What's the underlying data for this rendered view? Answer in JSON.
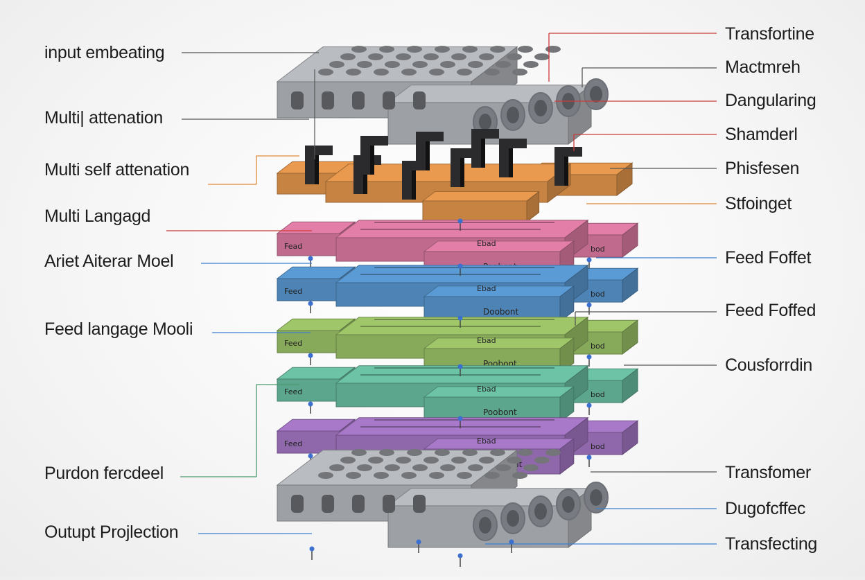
{
  "colors": {
    "gray_top": "#b9bcc1",
    "gray_front": "#9ea2a8",
    "gray_side": "#85898f",
    "orange": "#e99a4e",
    "pink": "#e27ea7",
    "blue": "#5b9bd5",
    "green": "#9fc76a",
    "teal": "#6cc3a6",
    "purple": "#a879c9",
    "dark_block": "#2b2b2e",
    "leader_gray": "#555555",
    "leader_red": "#cc3b3b",
    "leader_orange": "#e08a3a",
    "leader_blue": "#3b7fd0",
    "leader_green": "#4a9a6e"
  },
  "left_labels": [
    {
      "text": "input embeating"
    },
    {
      "text": "Multi| attenation"
    },
    {
      "text": "Multi self attenation"
    },
    {
      "text": "Multi Langagd"
    },
    {
      "text": "Ariet Aiterar Moel"
    },
    {
      "text": "Feed langage Mooli"
    },
    {
      "text": "Purdon fercdeel"
    },
    {
      "text": "Outupt Projlection"
    }
  ],
  "right_labels": [
    {
      "text": "Transfortine"
    },
    {
      "text": "Mactmreh"
    },
    {
      "text": "Dangularing"
    },
    {
      "text": "Shamderl"
    },
    {
      "text": "Phisfesen"
    },
    {
      "text": "Stfoinget"
    },
    {
      "text": "Feed Foffet"
    },
    {
      "text": "Feed Foffed"
    },
    {
      "text": "Cousforrdin"
    },
    {
      "text": "Transfomer"
    },
    {
      "text": "Dugofcffec"
    },
    {
      "text": "Transfecting"
    }
  ],
  "layers": [
    {
      "name": "pink",
      "left_tag": "Fead",
      "right_tag": "bod",
      "mid_tag": "Ebad",
      "front_tag": "Poobont"
    },
    {
      "name": "blue",
      "left_tag": "Feed",
      "right_tag": "bod",
      "mid_tag": "Ebad",
      "front_tag": "Doobont"
    },
    {
      "name": "green",
      "left_tag": "Feed",
      "right_tag": "bod",
      "mid_tag": "Ebad",
      "front_tag": "Poobont"
    },
    {
      "name": "teal",
      "left_tag": "Feed",
      "right_tag": "bod",
      "mid_tag": "Ebad",
      "front_tag": "Poobont"
    },
    {
      "name": "purple",
      "left_tag": "Feed",
      "right_tag": "bod",
      "mid_tag": "Ebad",
      "front_tag": "Ponobont"
    }
  ]
}
